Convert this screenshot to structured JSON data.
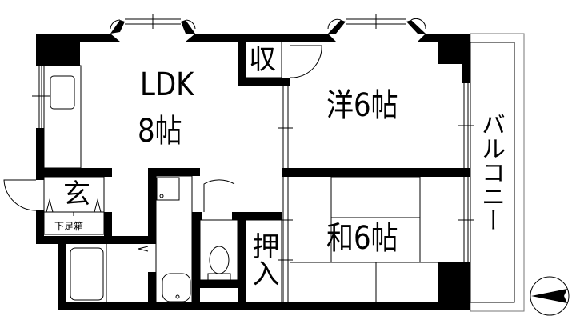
{
  "floorplan": {
    "rooms": {
      "ldk_name": "LDK",
      "ldk_size": "8帖",
      "western": "洋6帖",
      "japanese": "和6帖",
      "storage": "収",
      "entrance": "玄",
      "shoe_box": "下足箱",
      "closet": "押入",
      "balcony": "バルコニー"
    },
    "colors": {
      "wall": "#000000",
      "background": "#ffffff"
    }
  }
}
